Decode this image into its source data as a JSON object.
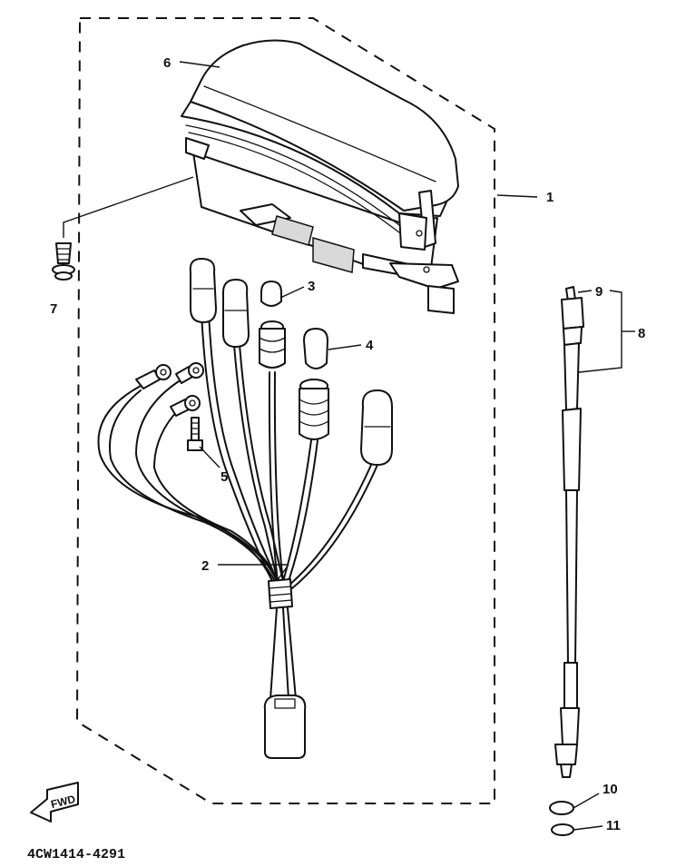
{
  "callouts": {
    "c1": "1",
    "c2": "2",
    "c3": "3",
    "c4": "4",
    "c5": "5",
    "c6": "6",
    "c7": "7",
    "c8": "8",
    "c9": "9",
    "c10": "10",
    "c11": "11"
  },
  "direction_label": "FWD",
  "diagram_code": "4CW1414-4291",
  "icons": {
    "direction": "fwd-arrow-icon"
  }
}
